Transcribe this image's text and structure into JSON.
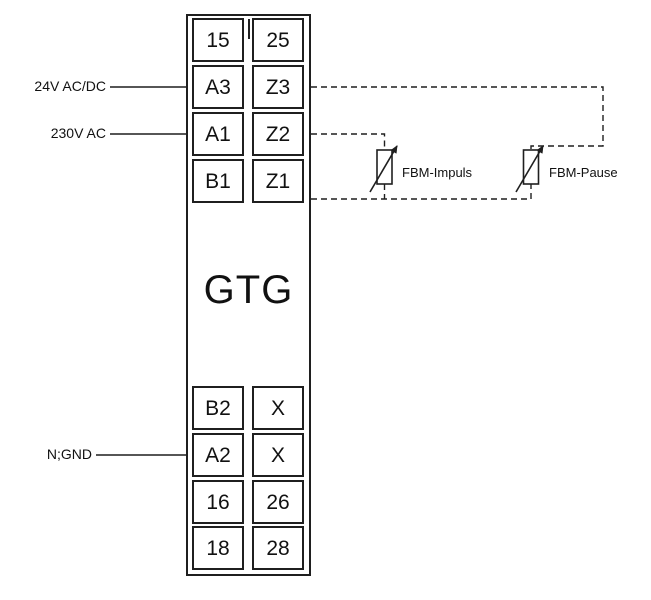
{
  "device": {
    "label": "GTG"
  },
  "terminals": {
    "top_rows": [
      {
        "left": "15",
        "right": "25"
      },
      {
        "left": "A3",
        "right": "Z3"
      },
      {
        "left": "A1",
        "right": "Z2"
      },
      {
        "left": "B1",
        "right": "Z1"
      }
    ],
    "bottom_rows": [
      {
        "left": "B2",
        "right": "X"
      },
      {
        "left": "A2",
        "right": "X"
      },
      {
        "left": "16",
        "right": "26"
      },
      {
        "left": "18",
        "right": "28"
      }
    ]
  },
  "supply_labels": [
    {
      "text": "24V AC/DC",
      "connects_to": "A3"
    },
    {
      "text": "230V AC",
      "connects_to": "A1"
    },
    {
      "text": "N;GND",
      "connects_to": "A2"
    }
  ],
  "potentiometers": [
    {
      "label": "FBM-Impuls",
      "connects_to": "Z2"
    },
    {
      "label": "FBM-Pause",
      "connects_to": "Z3"
    }
  ],
  "colors": {
    "line": "#1f1f1f",
    "text": "#111111",
    "background": "#ffffff"
  }
}
